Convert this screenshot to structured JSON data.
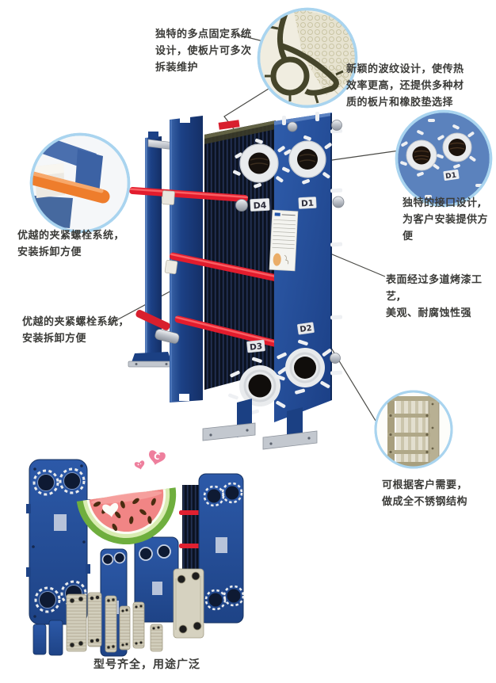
{
  "colors": {
    "body_blue": "#24519e",
    "dark_blue": "#173a75",
    "plate_pack": "#0f1728",
    "red_bolt": "#e21c2d",
    "orange_bolt": "#ee7d2c",
    "callout_ring": "#a9d4ef",
    "gasket_olive": "#45452a",
    "stainless": "#cfcbb8",
    "melon_flesh": "#f18585",
    "melon_rind": "#6fae3e",
    "text": "#3b3b38"
  },
  "callouts": {
    "multi_point_fixing": "独特的多点固定系统\n设计，使板片可多次\n拆装维护",
    "corrugation_design": "新颖的波纹设计，使传热\n效率更高，还提供多种材\n质的板片和橡胶垫选择",
    "clamping_bolts_upper": "优越的夹紧螺栓系统，\n安装拆卸方便",
    "port_design": "独特的接口设计,\n为客户安装提供方便",
    "paint_finish": "表面经过多道烤漆工艺,\n美观、耐腐蚀性强",
    "clamping_bolts_lower": "优越的夹紧螺栓系统，\n安装拆卸方便",
    "stainless_option": "可根据客户需要，\n做成全不锈钢结构",
    "model_range": "型号齐全，用途广泛"
  },
  "port_labels": {
    "d4": "D4",
    "d1": "D1",
    "d3": "D3",
    "d2": "D2",
    "callout_d1": "D1"
  },
  "decorations": {
    "heart_letter": "C"
  }
}
